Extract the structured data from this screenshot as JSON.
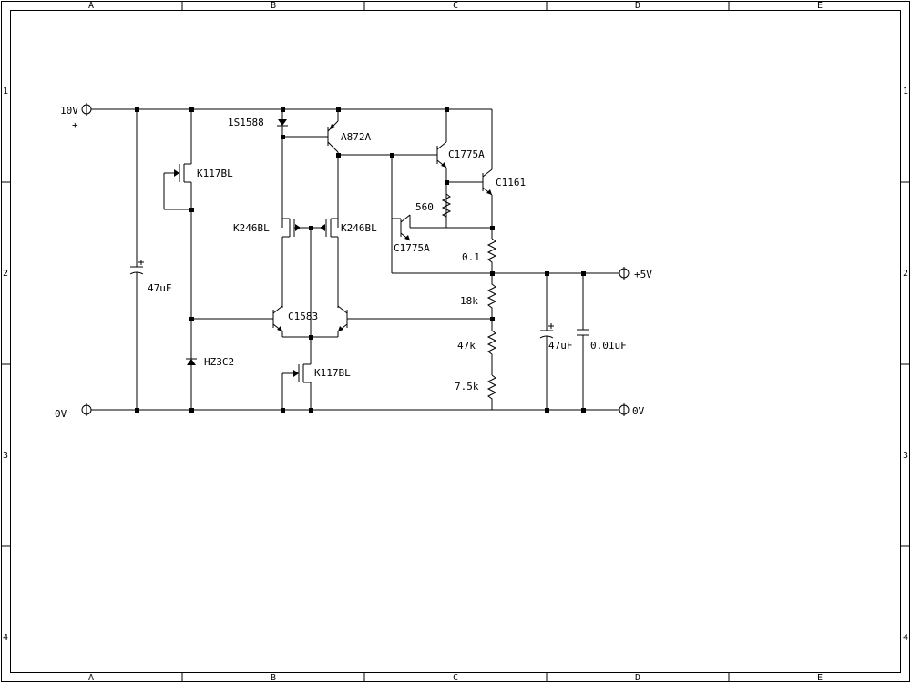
{
  "border": {
    "columns": [
      "A",
      "B",
      "C",
      "D",
      "E"
    ],
    "rows": [
      "1",
      "2",
      "3",
      "4"
    ]
  },
  "terminals": {
    "vin": "10V",
    "vin_polarity": "+",
    "gnd_in": "0V",
    "vout": "+5V",
    "gnd_out": "0V"
  },
  "components": {
    "c_in": "47uF",
    "fet_ccs_top": "K117BL",
    "zener": "HZ3C2",
    "diode": "1S1588",
    "pnp": "A872A",
    "diff_left": "K246BL",
    "diff_right": "K246BL",
    "cascode": "C1583",
    "fet_ccs_bottom": "K117BL",
    "driver": "C1775A",
    "r_bias": "560",
    "protect": "C1775A",
    "output": "C1161",
    "r_sense": "0.1",
    "r_top": "18k",
    "r_mid": "47k",
    "r_bot": "7.5k",
    "c_out1": "47uF",
    "c_out2": "0.01uF"
  }
}
